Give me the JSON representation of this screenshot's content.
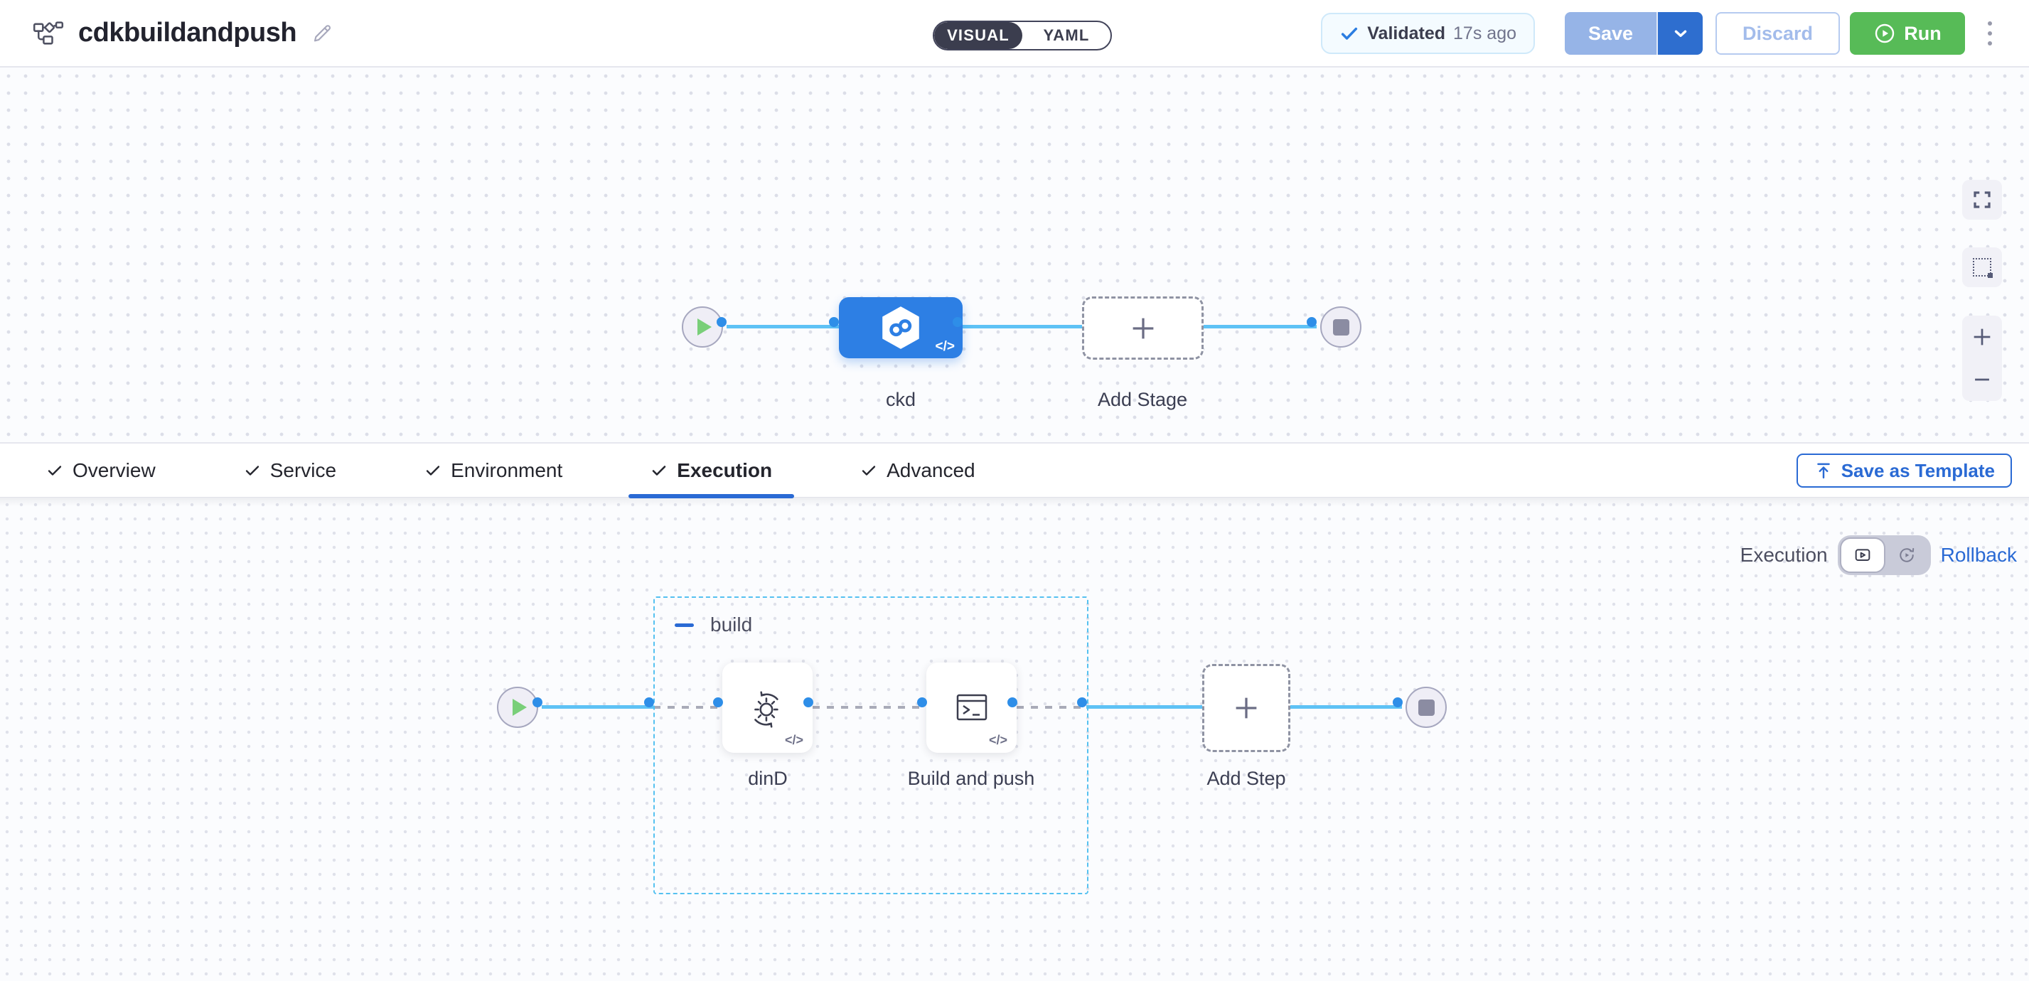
{
  "header": {
    "title": "cdkbuildandpush",
    "mode_toggle": {
      "visual_label": "VISUAL",
      "yaml_label": "YAML",
      "active": "VISUAL"
    },
    "validation_badge": {
      "label": "Validated",
      "time": "17s ago"
    },
    "save_button": "Save",
    "discard_button": "Discard",
    "run_button": "Run"
  },
  "stage_canvas": {
    "stage_label": "ckd",
    "add_stage_label": "Add Stage",
    "code_glyph": "</>"
  },
  "tab_bar": {
    "tabs": [
      "Overview",
      "Service",
      "Environment",
      "Execution",
      "Advanced"
    ],
    "active_tab": "Execution",
    "save_as_template_button": "Save as Template"
  },
  "execution_canvas": {
    "view_label": "Execution",
    "rollback_link": "Rollback",
    "group_label": "build",
    "step_labels": [
      "dinD",
      "Build and push"
    ],
    "add_step_label": "Add Step",
    "code_glyph": "</>"
  },
  "icons": {
    "pipeline": "flowchart-nodes",
    "edit": "pencil",
    "validated_check": "checkmark",
    "save_caret": "chevron-down",
    "run": "play-circle",
    "more_options": "kebab-vertical",
    "fullscreen": "expand-corners",
    "multi_select": "dashed-square",
    "zoom_in": "plus",
    "zoom_out": "minus",
    "tab_check": "checkmark",
    "save_as_template": "upload-arrow",
    "execution_view": "play-rectangle",
    "rollback_view": "play-cycle",
    "stage_type": "ci-hexagon-infinity",
    "add": "plus",
    "step_dind": "gear-sync",
    "step_build_push": "terminal-window",
    "start_node": "play-triangle",
    "end_node": "stop-square",
    "collapse_group": "minus"
  },
  "colors": {
    "primary_blue": "#2a6ad4",
    "stage_node_blue": "#2d7fe4",
    "connector_blue": "#5ec2f5",
    "port_blue": "#2e8ee8",
    "group_border_blue": "#55c1f0",
    "run_green": "#57bb57",
    "play_green": "#79cf79",
    "toggle_dark": "#3b3d4e",
    "disabled_save_blue": "#96b4e7",
    "canvas_bg": "#fbfcfe"
  }
}
